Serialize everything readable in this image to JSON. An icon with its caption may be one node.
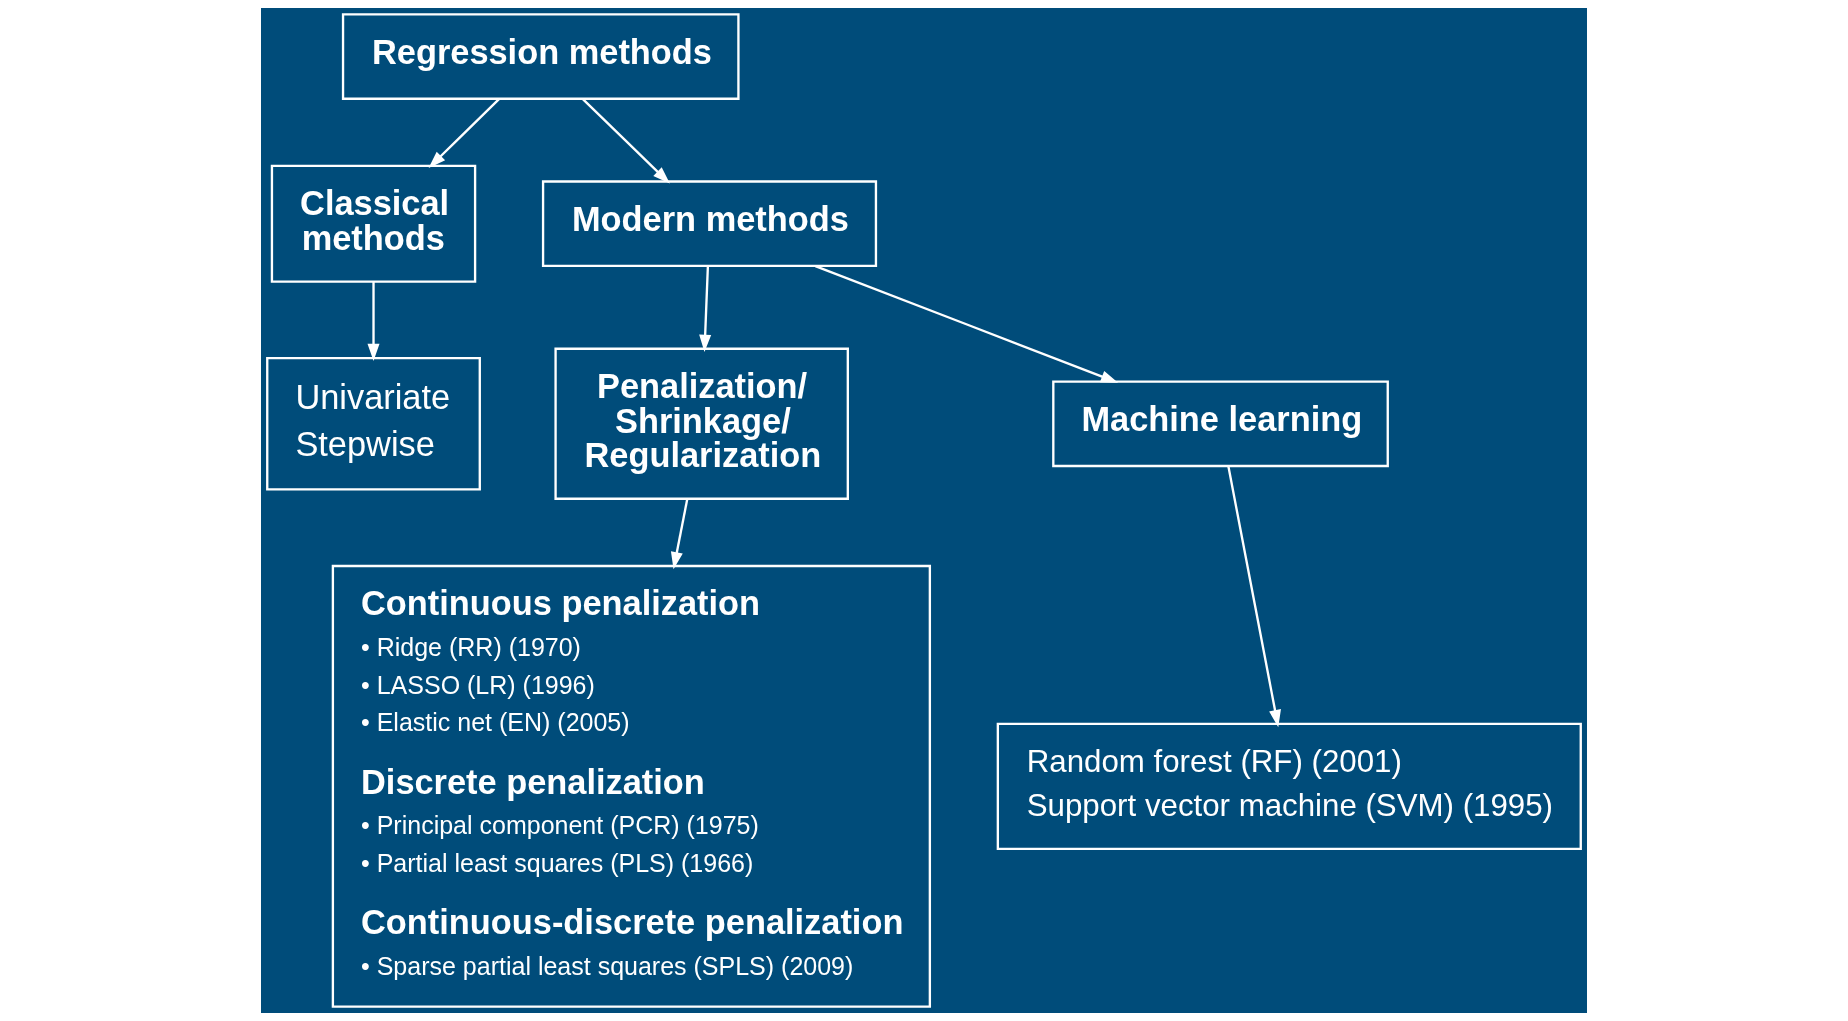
{
  "diagram": {
    "nodes": [
      {
        "text": [
          "Regression methods"
        ]
      },
      {
        "text": [
          "Classical methods"
        ]
      },
      {
        "text": [
          "Modern methods"
        ]
      },
      {
        "text": [
          "Penalization/ Shrinkage/ Regularization"
        ]
      },
      {
        "text": [
          "Machine learning"
        ]
      },
      {
        "text": [
          "Univariate",
          "Stepwise"
        ]
      },
      {
        "text": [
          "Continuous penalization",
          "• Ridge (RR) (1970)",
          "• LASSO (LR) (1996)",
          "• Elastic net (EN) (2005)",
          "Discrete penalization",
          "• Principal component (PCR) (1975)",
          "• Partial least squares (PLS) (1966)",
          "Continuous-discrete penalization",
          "• Sparse partial least squares (SPLS) (2009)"
        ]
      },
      {
        "text": [
          "Random forest (RF) (2001)",
          "Support vector machine (SVM) (1995)"
        ]
      }
    ],
    "edges": [
      {
        "from": 0,
        "to": 1,
        "arrow": "to"
      },
      {
        "from": 0,
        "to": 2,
        "arrow": "to"
      },
      {
        "from": 2,
        "to": 3,
        "arrow": "to"
      },
      {
        "from": 2,
        "to": 4,
        "arrow": "to"
      },
      {
        "from": 1,
        "to": 5,
        "arrow": "to"
      },
      {
        "from": 3,
        "to": 6,
        "arrow": "to"
      },
      {
        "from": 4,
        "to": 7,
        "arrow": "to"
      }
    ]
  }
}
